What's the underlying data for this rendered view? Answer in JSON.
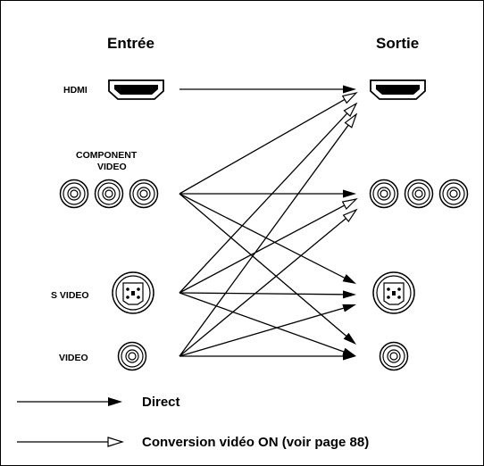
{
  "headers": {
    "input": "Entrée",
    "output": "Sortie"
  },
  "labels": {
    "hdmi": "HDMI",
    "component_line1": "COMPONENT",
    "component_line2": "VIDEO",
    "svideo": "S VIDEO",
    "video": "VIDEO"
  },
  "legend": {
    "direct": "Direct",
    "conversion": "Conversion vidéo ON (voir page 88)"
  },
  "connections": [
    {
      "from": "hdmi",
      "to": "hdmi",
      "type": "direct"
    },
    {
      "from": "component",
      "to": "hdmi",
      "type": "conversion"
    },
    {
      "from": "component",
      "to": "component",
      "type": "direct"
    },
    {
      "from": "component",
      "to": "svideo",
      "type": "direct"
    },
    {
      "from": "component",
      "to": "video",
      "type": "direct"
    },
    {
      "from": "svideo",
      "to": "hdmi",
      "type": "conversion"
    },
    {
      "from": "svideo",
      "to": "component",
      "type": "conversion"
    },
    {
      "from": "svideo",
      "to": "svideo",
      "type": "direct"
    },
    {
      "from": "svideo",
      "to": "video",
      "type": "direct"
    },
    {
      "from": "video",
      "to": "hdmi",
      "type": "conversion"
    },
    {
      "from": "video",
      "to": "component",
      "type": "conversion"
    },
    {
      "from": "video",
      "to": "svideo",
      "type": "direct"
    },
    {
      "from": "video",
      "to": "video",
      "type": "direct"
    }
  ]
}
